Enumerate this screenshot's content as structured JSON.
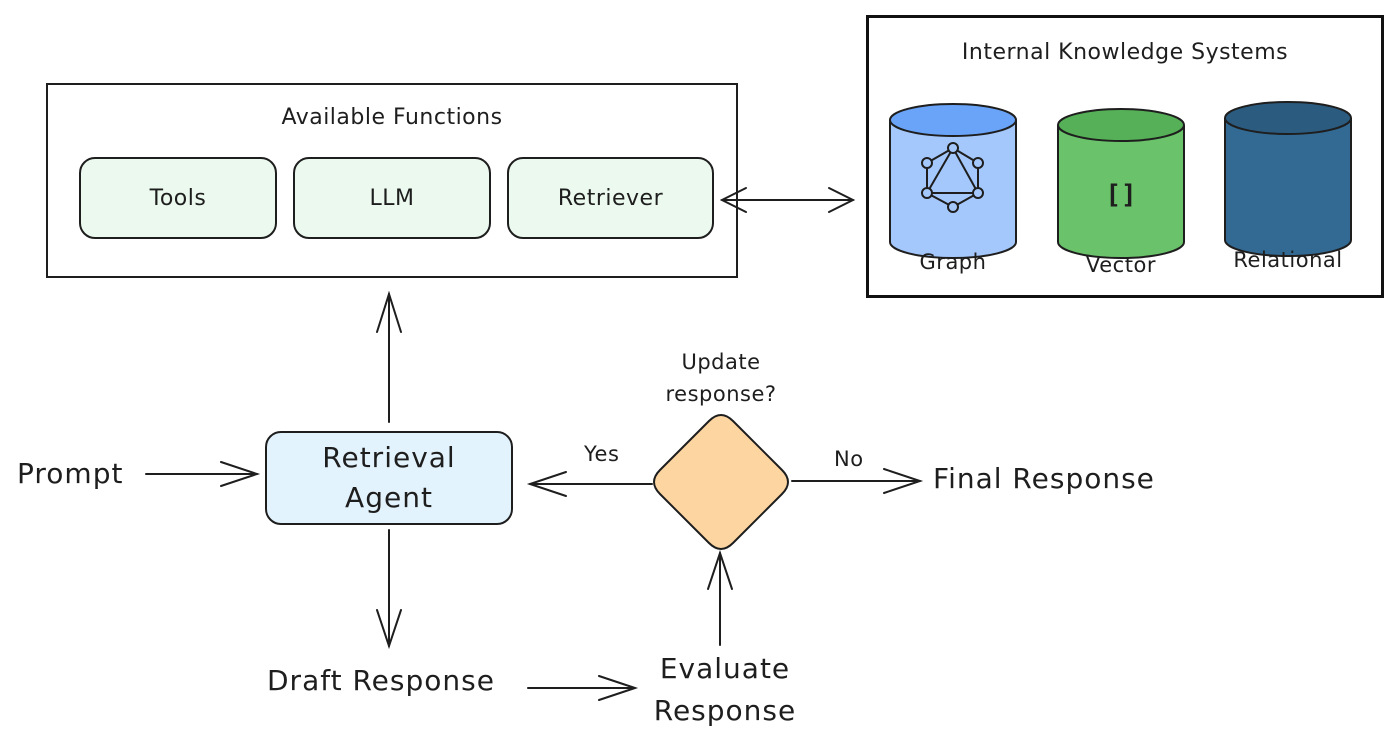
{
  "functions": {
    "title": "Available Functions",
    "items": [
      {
        "label": "Tools"
      },
      {
        "label": "LLM"
      },
      {
        "label": "Retriever"
      }
    ]
  },
  "knowledge": {
    "title": "Internal Knowledge Systems",
    "stores": [
      {
        "label": "Graph",
        "color": "#a5c8fc",
        "top_color": "#6aa4f8"
      },
      {
        "label": "Vector",
        "color": "#6ac26b",
        "top_color": "#55b057"
      },
      {
        "label": "Relational",
        "color": "#336a93",
        "top_color": "#2b5c80"
      }
    ],
    "vector_glyph": "[]"
  },
  "flow": {
    "prompt": "Prompt",
    "agent_line1": "Retrieval",
    "agent_line2": "Agent",
    "draft": "Draft Response",
    "evaluate_line1": "Evaluate",
    "evaluate_line2": "Response",
    "decision_line1": "Update",
    "decision_line2": "response?",
    "yes": "Yes",
    "no": "No",
    "final": "Final Response"
  },
  "colors": {
    "function_fill": "#ebf9ee",
    "agent_fill": "#e3f3fd",
    "decision_fill": "#fdd5a1",
    "stroke": "#1e1e1e"
  }
}
